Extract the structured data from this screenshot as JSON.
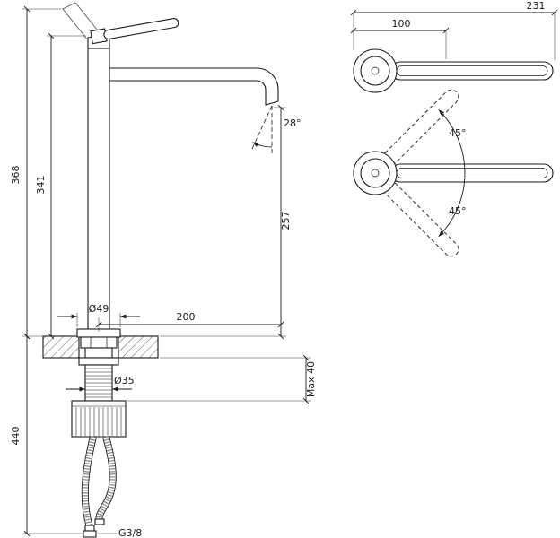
{
  "page": {
    "background": "#ffffff",
    "line_color": "#1a1a1a",
    "description": "Technical dimensional drawing of a tall single-lever vessel basin faucet: side elevation with mounting hardware and hoses (left), handle plan views with swing angles (right)."
  },
  "front_view": {
    "dimensions": {
      "total_height": "368",
      "height_to_spout_base": "341",
      "under_counter_length": "440",
      "base_diameter": "Ø49",
      "spout_reach": "200",
      "spout_outlet_height": "257",
      "stream_angle": "28°",
      "shank_diameter": "Ø35",
      "max_counter_thickness": "Max 40",
      "hose_thread": "G3/8"
    }
  },
  "top_views": {
    "dimensions": {
      "overall_length": "231",
      "handle_length": "100",
      "handle_swing_up": "45°",
      "handle_swing_down": "45°"
    }
  }
}
